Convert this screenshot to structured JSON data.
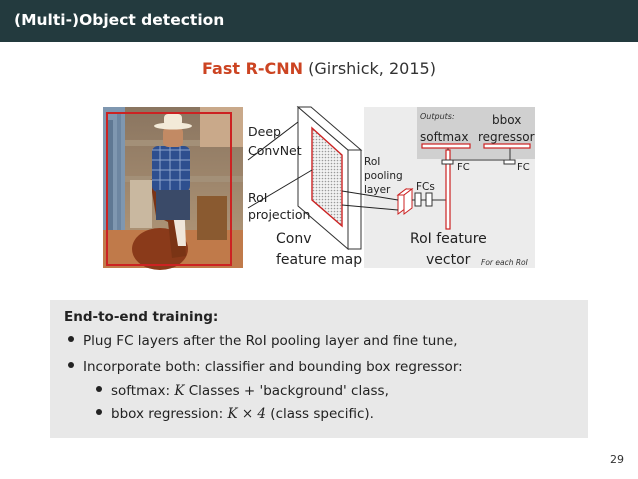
{
  "slide": {
    "title": "(Multi-)Object detection",
    "subtitle_highlight": "Fast R-CNN",
    "subtitle_rest": " (Girshick, 2015)",
    "page_number": "29"
  },
  "figure": {
    "deep_convnet_1": "Deep",
    "deep_convnet_2": "ConvNet",
    "roi_projection_1": "RoI",
    "roi_projection_2": "projection",
    "conv_feature_map_1": "Conv",
    "conv_feature_map_2": "feature map",
    "roi_pooling_1": "RoI",
    "roi_pooling_2": "pooling",
    "roi_pooling_3": "layer",
    "fcs": "FCs",
    "roi_feature_vector_1": "RoI feature",
    "roi_feature_vector_2": "vector",
    "outputs": "Outputs:",
    "softmax": "softmax",
    "bbox_1": "bbox",
    "bbox_2": "regressor",
    "fc_left": "FC",
    "fc_right": "FC",
    "for_each_roi": "For each RoI"
  },
  "block": {
    "title": "End-to-end training:",
    "bullet1": "Plug FC layers after the RoI pooling layer and fine tune,",
    "bullet2": "Incorporate both: classifier and bounding box regressor:",
    "sub1_pre": "softmax: ",
    "sub1_math": "K",
    "sub1_post": " Classes + 'background' class,",
    "sub2_pre": "bbox regression: ",
    "sub2_math": "K × 4",
    "sub2_post": " (class specific)."
  },
  "colors": {
    "header_bg": "#233a3e",
    "accent_red": "#cc2222",
    "highlight": "#cc4422",
    "block_bg": "#e8e8e8"
  }
}
